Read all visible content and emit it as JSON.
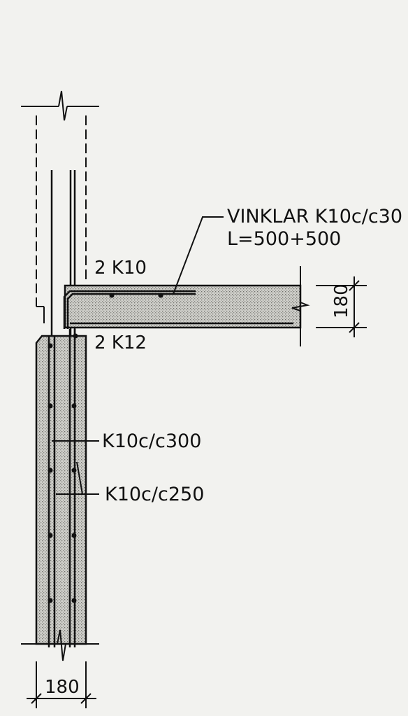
{
  "labels": {
    "vinklar_line1": "VINKLAR  K10c/c30",
    "vinklar_line2": "L=500+500",
    "top_bars": "2  K10",
    "bottom_bars": "2  K12",
    "wall_rebar_outer": "K10c/c300",
    "wall_rebar_inner": "K10c/c250",
    "slab_thickness": "180",
    "wall_thickness": "180"
  },
  "colors": {
    "line": "#111111",
    "hatch_fill": "#c9c9c4",
    "paper": "#f2f2ef"
  }
}
